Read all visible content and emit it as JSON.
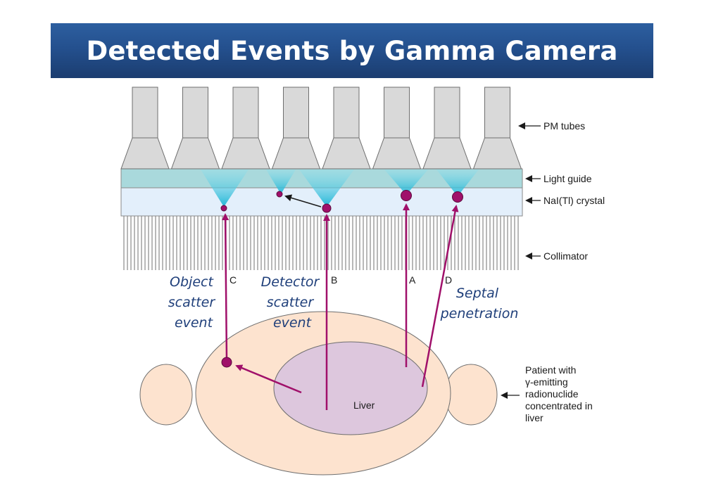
{
  "title": "Detected Events by Gamma Camera",
  "labels": {
    "pm_tubes": "PM tubes",
    "light_guide": "Light guide",
    "crystal": "NaI(Tl) crystal",
    "collimator": "Collimator",
    "liver": "Liver",
    "patient_lines": [
      "Patient with",
      "γ-emitting",
      "radionuclide",
      "concentrated in",
      "liver"
    ]
  },
  "event_letters": {
    "c": "C",
    "b": "B",
    "a": "A",
    "d": "D"
  },
  "annotations": {
    "object_scatter": [
      "Object",
      "scatter",
      "event"
    ],
    "detector_scatter": [
      "Detector",
      "scatter",
      "event"
    ],
    "septal": [
      "Septal",
      "penetration"
    ]
  },
  "colors": {
    "title_bg": "#24508e",
    "event_path": "#a0106a",
    "annotation_text": "#1f3f7a",
    "patient_body": "#fde3cf",
    "liver": "#ddc7dd",
    "crystal": "#e3effb",
    "light_guide": "#a9d9dc",
    "pm_tube": "#d9d9d9"
  }
}
